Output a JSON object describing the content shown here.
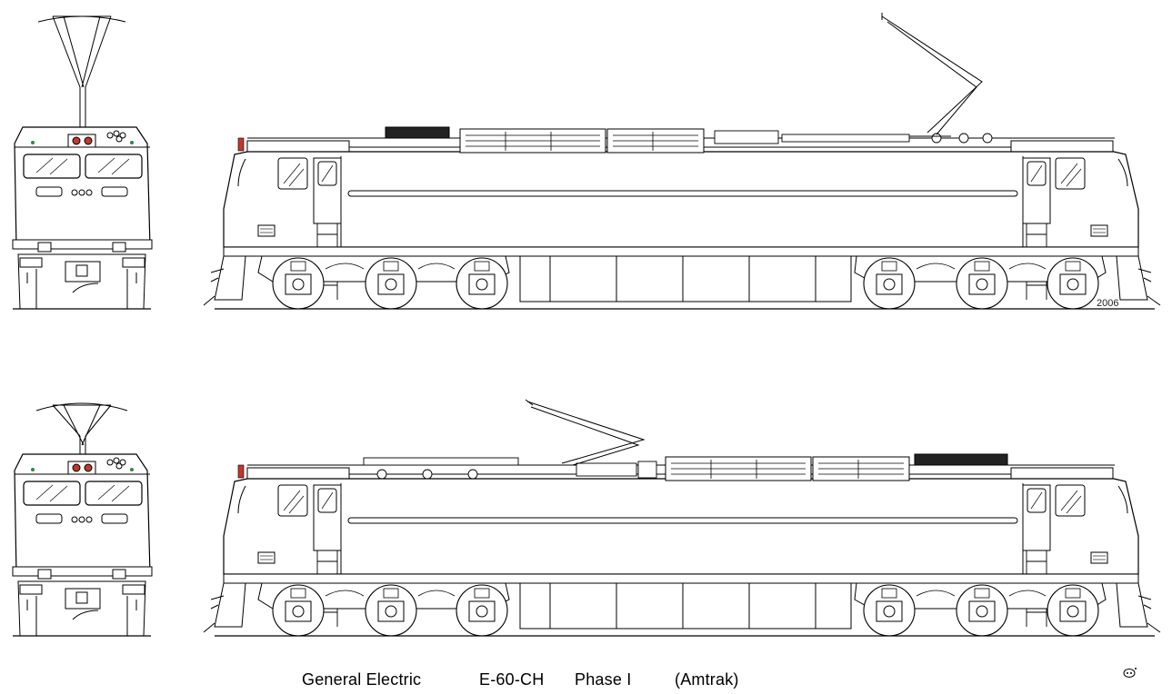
{
  "caption": {
    "manufacturer": "General Electric",
    "model": "E-60-CH",
    "phase": "Phase I",
    "operator": "(Amtrak)"
  },
  "drawing_year": "2006",
  "views": [
    {
      "name": "top",
      "pantograph": "raised-right"
    },
    {
      "name": "bottom",
      "pantograph": "raised-left"
    }
  ],
  "colors": {
    "line": "#000000",
    "background": "#ffffff",
    "marker_lamp": "#c0392b",
    "class_light": "#2e8b3a"
  }
}
